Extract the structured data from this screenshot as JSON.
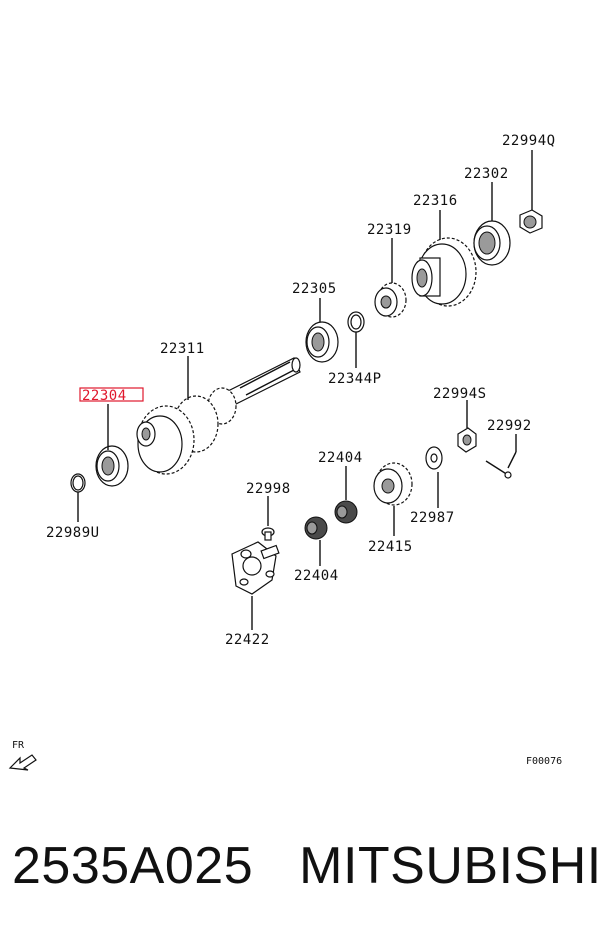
{
  "labels": {
    "p22994Q": "22994Q",
    "p22302": "22302",
    "p22316": "22316",
    "p22319": "22319",
    "p22305": "22305",
    "p22344P": "22344P",
    "p22311": "22311",
    "p22304": "22304",
    "p22994S": "22994S",
    "p22992": "22992",
    "p22404a": "22404",
    "p22998": "22998",
    "p22987": "22987",
    "p22415": "22415",
    "p22404b": "22404",
    "p22989U": "22989U",
    "p22422": "22422"
  },
  "front_marker": "FR",
  "figure_code": "F00076",
  "highlight_color": "#e0182d",
  "caption": {
    "part_number": "2535A025",
    "brand": "MITSUBISHI"
  }
}
